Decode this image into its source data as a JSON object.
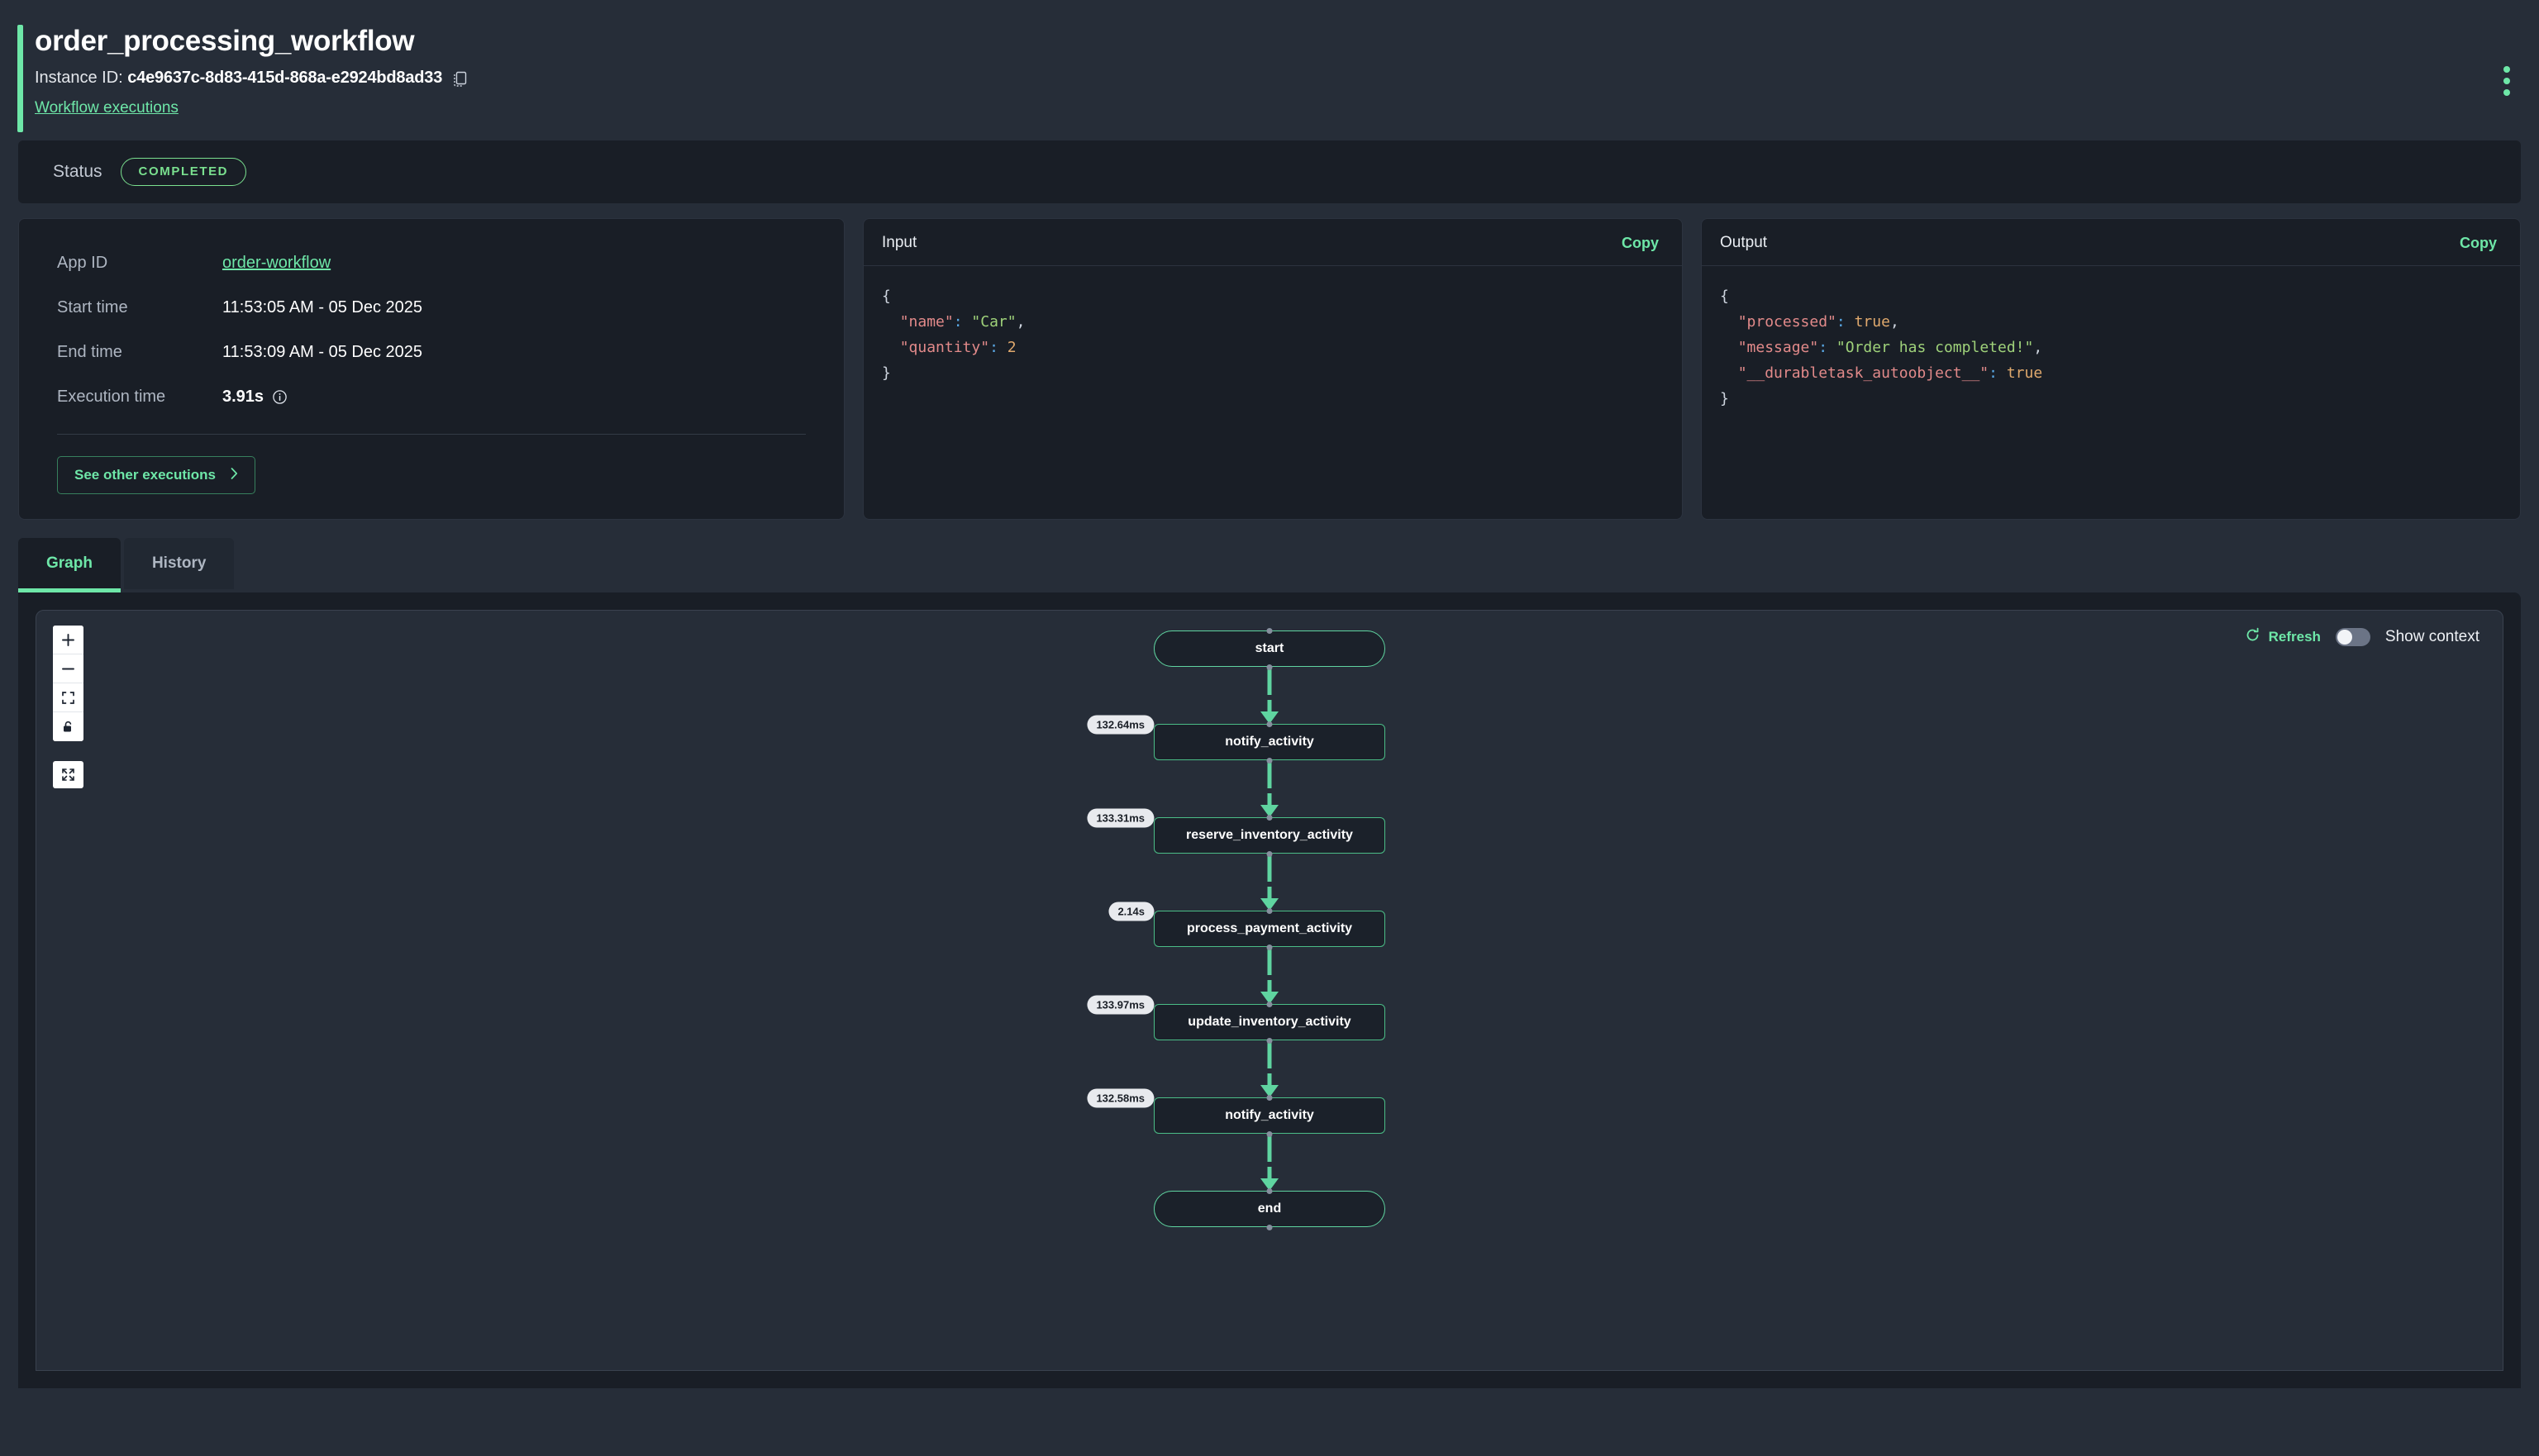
{
  "header": {
    "title": "order_processing_workflow",
    "instance_label": "Instance ID:",
    "instance_id": "c4e9637c-8d83-415d-868a-e2924bd8ad33",
    "copy_icon": "copy-icon",
    "executions_link": "Workflow executions",
    "menu_icon": "kebab-menu-icon",
    "accent_color": "#6ee7a8"
  },
  "status": {
    "label": "Status",
    "value": "COMPLETED",
    "color": "#7ae08f"
  },
  "details": {
    "rows": [
      {
        "key": "App ID",
        "value": "order-workflow",
        "type": "link"
      },
      {
        "key": "Start time",
        "value": "11:53:05 AM - 05 Dec 2025",
        "type": "text"
      },
      {
        "key": "End time",
        "value": "11:53:09 AM - 05 Dec 2025",
        "type": "text"
      },
      {
        "key": "Execution time",
        "value": "3.91s",
        "type": "bold",
        "info_icon": "info-icon"
      }
    ],
    "see_other_label": "See other executions",
    "see_other_chevron": "chevron-right-icon"
  },
  "input_panel": {
    "title": "Input",
    "copy_label": "Copy",
    "lines": [
      [
        {
          "t": "brace",
          "v": "{"
        }
      ],
      [
        {
          "t": "pad",
          "v": "  "
        },
        {
          "t": "key",
          "v": "\"name\""
        },
        {
          "t": "colon",
          "v": ":"
        },
        {
          "t": "pad",
          "v": " "
        },
        {
          "t": "str",
          "v": "\"Car\""
        },
        {
          "t": "punc",
          "v": ","
        }
      ],
      [
        {
          "t": "pad",
          "v": "  "
        },
        {
          "t": "key",
          "v": "\"quantity\""
        },
        {
          "t": "colon",
          "v": ":"
        },
        {
          "t": "pad",
          "v": " "
        },
        {
          "t": "num",
          "v": "2"
        }
      ],
      [
        {
          "t": "brace",
          "v": "}"
        }
      ]
    ]
  },
  "output_panel": {
    "title": "Output",
    "copy_label": "Copy",
    "lines": [
      [
        {
          "t": "brace",
          "v": "{"
        }
      ],
      [
        {
          "t": "pad",
          "v": "  "
        },
        {
          "t": "key",
          "v": "\"processed\""
        },
        {
          "t": "colon",
          "v": ":"
        },
        {
          "t": "pad",
          "v": " "
        },
        {
          "t": "bool",
          "v": "true"
        },
        {
          "t": "punc",
          "v": ","
        }
      ],
      [
        {
          "t": "pad",
          "v": "  "
        },
        {
          "t": "key",
          "v": "\"message\""
        },
        {
          "t": "colon",
          "v": ":"
        },
        {
          "t": "pad",
          "v": " "
        },
        {
          "t": "str",
          "v": "\"Order has completed!\""
        },
        {
          "t": "punc",
          "v": ","
        }
      ],
      [
        {
          "t": "pad",
          "v": "  "
        },
        {
          "t": "key",
          "v": "\"__durabletask_autoobject__\""
        },
        {
          "t": "colon",
          "v": ":"
        },
        {
          "t": "pad",
          "v": " "
        },
        {
          "t": "bool",
          "v": "true"
        }
      ],
      [
        {
          "t": "brace",
          "v": "}"
        }
      ]
    ]
  },
  "tabs": [
    {
      "label": "Graph",
      "active": true
    },
    {
      "label": "History",
      "active": false
    }
  ],
  "graph": {
    "controls": [
      {
        "name": "zoom-in-icon",
        "glyph": "+"
      },
      {
        "name": "zoom-out-icon",
        "glyph": "−"
      },
      {
        "name": "fit-view-icon",
        "glyph": "fit"
      },
      {
        "name": "lock-icon",
        "glyph": "lock"
      }
    ],
    "fullscreen_icon": "fullscreen-icon",
    "refresh_label": "Refresh",
    "refresh_icon": "refresh-icon",
    "show_context_label": "Show context",
    "show_context_on": false,
    "nodes": [
      {
        "label": "start",
        "terminal": true,
        "duration": null
      },
      {
        "label": "notify_activity",
        "terminal": false,
        "duration": "132.64ms"
      },
      {
        "label": "reserve_inventory_activity",
        "terminal": false,
        "duration": "133.31ms"
      },
      {
        "label": "process_payment_activity",
        "terminal": false,
        "duration": "2.14s"
      },
      {
        "label": "update_inventory_activity",
        "terminal": false,
        "duration": "133.97ms"
      },
      {
        "label": "notify_activity",
        "terminal": false,
        "duration": "132.58ms"
      },
      {
        "label": "end",
        "terminal": true,
        "duration": null
      }
    ]
  }
}
